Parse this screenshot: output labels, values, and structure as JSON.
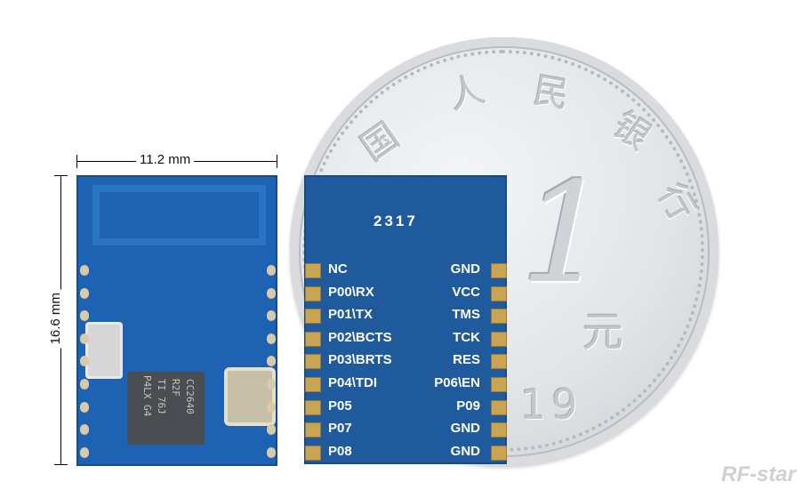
{
  "dimensions": {
    "width_label": "11.2 mm",
    "height_label": "16.6 mm"
  },
  "coin": {
    "characters": [
      "国",
      "人",
      "民",
      "银",
      "行"
    ],
    "denomination_numeral": "1",
    "denomination_char": "元",
    "year_partial": "19"
  },
  "left_module": {
    "chip_lines": [
      "CC2640",
      "R2F",
      "TI 76J",
      "P4LX G4"
    ]
  },
  "right_module": {
    "date_code": "2317",
    "left_pins": [
      "NC",
      "P00\\RX",
      "P01\\TX",
      "P02\\BCTS",
      "P03\\BRTS",
      "P04\\TDI",
      "P05",
      "P07",
      "P08"
    ],
    "right_pins": [
      "GND",
      "VCC",
      "TMS",
      "TCK",
      "RES",
      "P06\\EN",
      "P09",
      "GND",
      "GND"
    ]
  },
  "logo": "RF-star",
  "colors": {
    "pcb_blue": "#1f5a9c",
    "pad_gold": "#c9a452",
    "coin_silver": "#e2e4e8"
  }
}
